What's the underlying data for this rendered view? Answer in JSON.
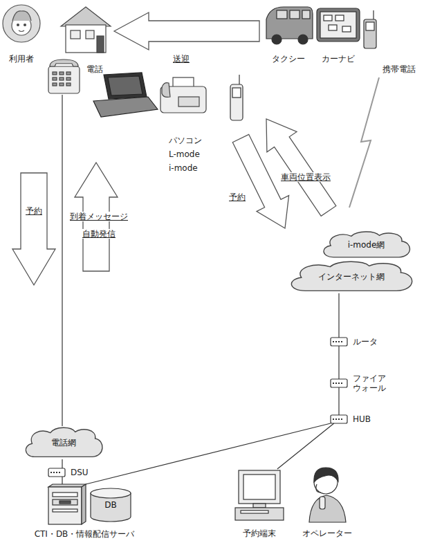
{
  "diagram": {
    "nodes": [
      {
        "text": [
          "利用者"
        ]
      },
      {
        "text": [
          "電話"
        ]
      },
      {
        "text": [
          "タクシー"
        ]
      },
      {
        "text": [
          "カーナビ"
        ]
      },
      {
        "text": [
          "携帯電話"
        ]
      },
      {
        "text": [
          "i-mode網"
        ]
      },
      {
        "text": [
          "インターネット網"
        ]
      },
      {
        "text": [
          "ルータ"
        ]
      },
      {
        "text": [
          "ファイア ウォール"
        ]
      },
      {
        "text": [
          "HUB"
        ]
      },
      {
        "text": [
          "電話網"
        ]
      },
      {
        "text": [
          "DSU"
        ]
      },
      {
        "text": [
          "CTI・DB・情報配信サーバ"
        ]
      },
      {
        "text": [
          "DB"
        ]
      },
      {
        "text": [
          "予約端末"
        ]
      },
      {
        "text": [
          "オペレーター"
        ]
      }
    ],
    "edges": [
      {
        "from": 1,
        "to": 10,
        "arrow": "none"
      },
      {
        "from": 10,
        "to": 11,
        "arrow": "none"
      },
      {
        "from": 11,
        "to": 12,
        "arrow": "none"
      },
      {
        "from": 6,
        "to": 7,
        "arrow": "none"
      },
      {
        "from": 7,
        "to": 8,
        "arrow": "none"
      },
      {
        "from": 8,
        "to": 9,
        "arrow": "none"
      },
      {
        "from": 9,
        "to": 12,
        "arrow": "none"
      },
      {
        "from": 9,
        "to": 14,
        "arrow": "none"
      }
    ],
    "labels": [
      "送迎",
      "パソコン",
      "L-mode",
      "i-mode",
      "予約",
      "到着メッセージ",
      "自動発信",
      "予約",
      "車両位置表示"
    ]
  }
}
